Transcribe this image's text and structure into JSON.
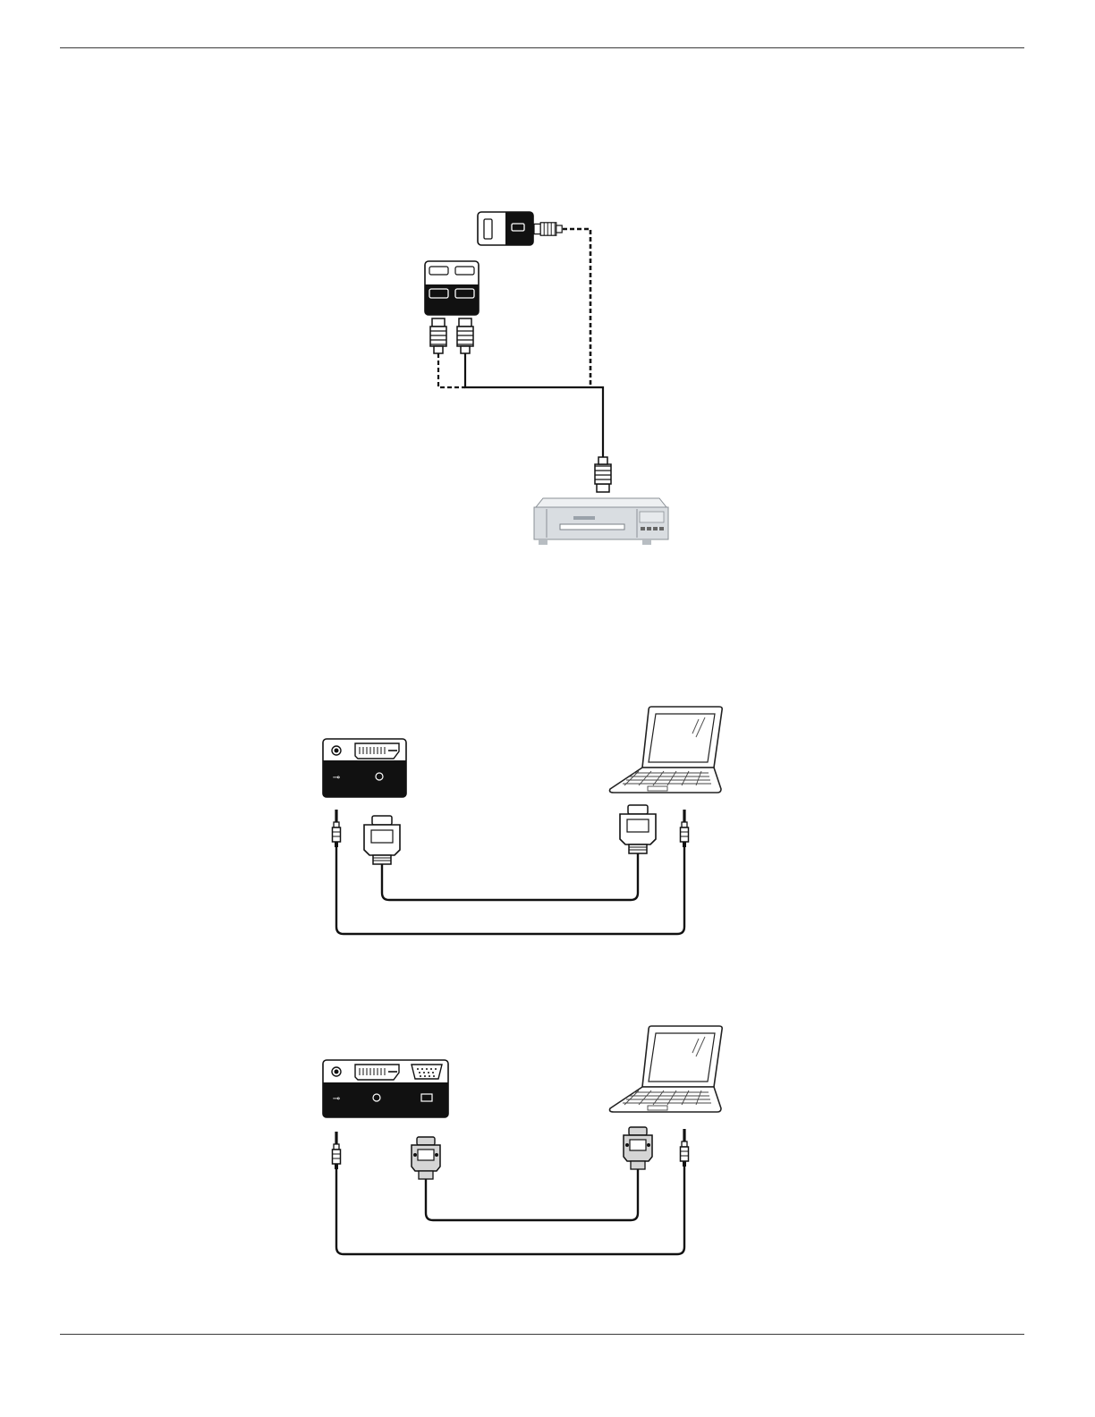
{
  "page": {
    "background": "#ffffff",
    "ink": "#111111",
    "device_gray": "#d9dde1"
  },
  "figures": [
    {
      "name": "hdmi-connection-diagram",
      "icons": [
        "hdmi-port-panel-icon",
        "hdmi-plug-icon",
        "dvd-player-icon"
      ]
    },
    {
      "name": "dvi-connection-diagram",
      "icons": [
        "audio-dvi-panel-icon",
        "dvi-plug-icon",
        "audio-jack-icon",
        "laptop-icon"
      ]
    },
    {
      "name": "vga-connection-diagram",
      "icons": [
        "audio-dvi-vga-panel-icon",
        "vga-plug-icon",
        "audio-jack-icon",
        "laptop-icon"
      ]
    }
  ]
}
